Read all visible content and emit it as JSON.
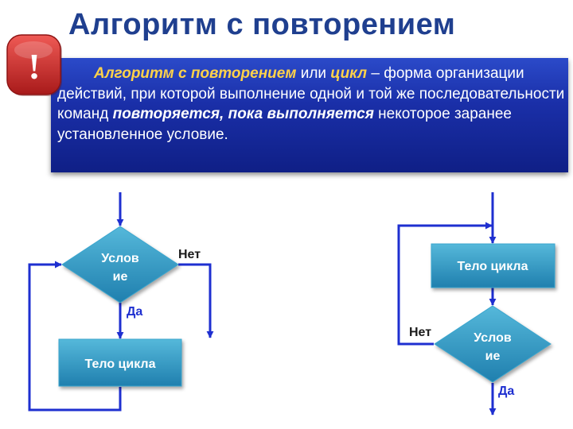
{
  "title": "Алгоритм с повторением",
  "definition": {
    "term": "Алгоритм с повторением",
    "or": " или ",
    "term2": "цикл",
    "text1": " – форма организации действий, при которой выполнение одной и той же последовательности команд ",
    "emph1": "повторяется, пока выполняется",
    "text2": " некоторое заранее установленное условие."
  },
  "badge": {
    "symbol": "!"
  },
  "diagram_left": {
    "condition_line1": "Услов",
    "condition_line2": "ие",
    "no_label": "Нет",
    "yes_label": "Да",
    "body_label": "Тело цикла"
  },
  "diagram_right": {
    "body_label": "Тело цикла",
    "condition_line1": "Услов",
    "condition_line2": "ие",
    "no_label": "Нет",
    "yes_label": "Да"
  },
  "colors": {
    "line": "#1e2fd0",
    "shape_fill": "#2f98c0",
    "title": "#1f3f8f",
    "box": "#1a2fa8",
    "highlight": "#ffd24a",
    "badge": "#c42a28"
  }
}
